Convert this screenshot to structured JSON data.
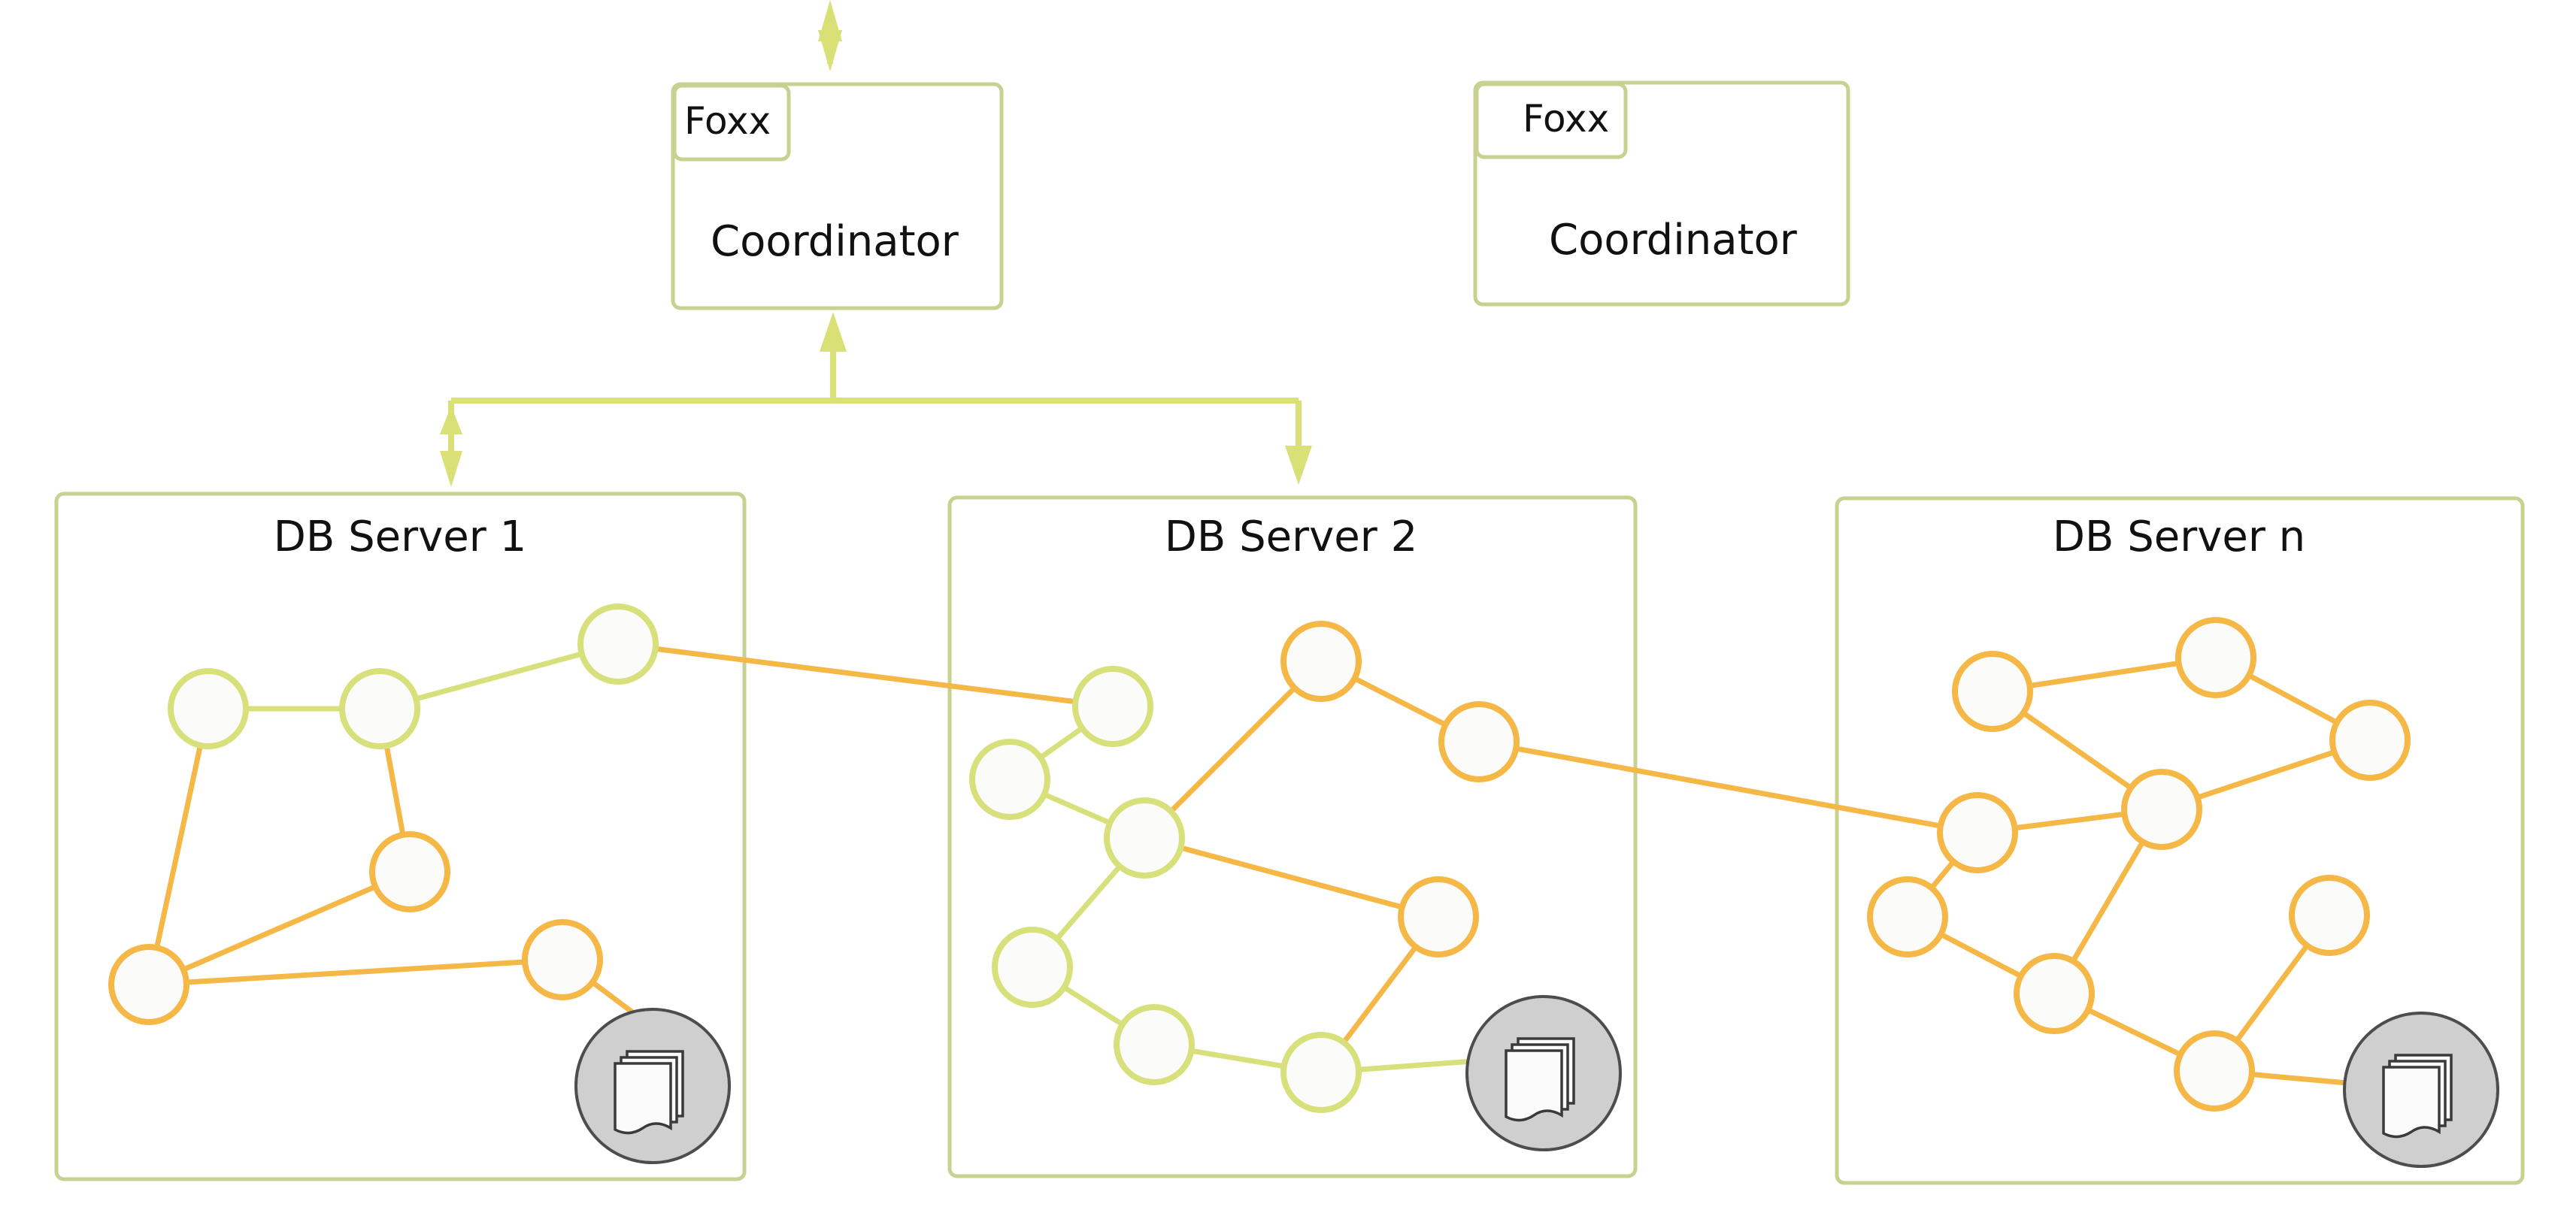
{
  "coordinators": [
    {
      "foxx_label": "Foxx",
      "label": "Coordinator"
    },
    {
      "foxx_label": "Foxx",
      "label": "Coordinator"
    }
  ],
  "servers": [
    {
      "label": "DB Server 1"
    },
    {
      "label": "DB Server 2"
    },
    {
      "label": "DB Server n"
    }
  ],
  "colors": {
    "box_border": "#c8d190",
    "connector": "#d9e075",
    "node_yellow": "#d8e07c",
    "node_orange": "#f5b745",
    "document_fill": "#cfcfcf"
  },
  "icons": [
    "documents-icon"
  ]
}
